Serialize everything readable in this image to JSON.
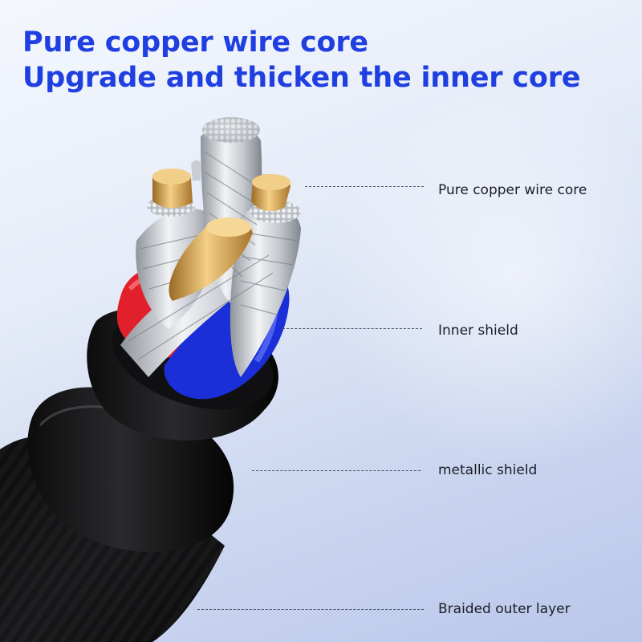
{
  "headline": {
    "line1": "Pure copper wire core",
    "line2": "Upgrade and thicken the inner core",
    "color": "#1f3fe0"
  },
  "callouts": [
    {
      "label": "Pure copper wire core"
    },
    {
      "label": "Inner shield"
    },
    {
      "label": "metallic shield"
    },
    {
      "label": "Braided outer layer"
    }
  ],
  "colors": {
    "red_insulation": "#e2202c",
    "blue_insulation": "#1a2fd8",
    "copper": "#d9a24a",
    "tinned_strand": "#c9cdd3",
    "jacket": "#1a1a1c"
  }
}
